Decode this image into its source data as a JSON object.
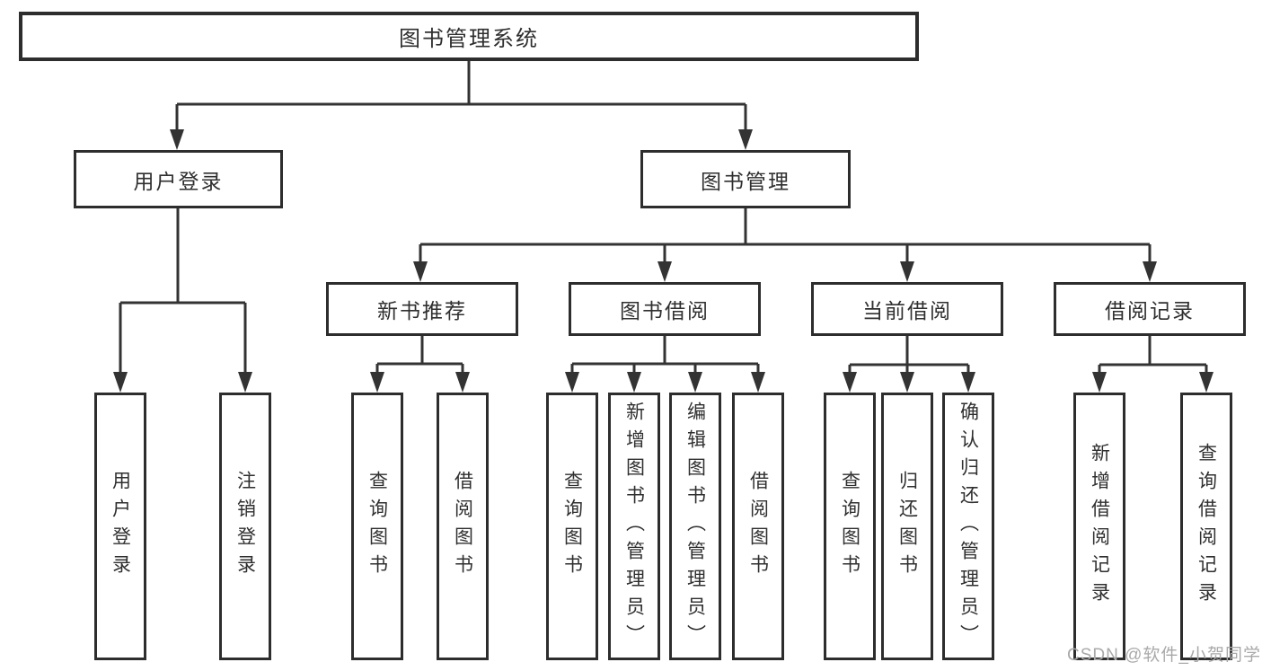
{
  "page": {
    "watermark": "CSDN @软件_小贺同学",
    "line_color": "#333333",
    "border_color": "#2d2d2d",
    "text_color": "#2f2f2f",
    "watermark_color": "#a9a9a9",
    "background": "#ffffff"
  },
  "tree": {
    "root": {
      "label": "图书管理系统"
    },
    "branches": [
      {
        "label": "用户登录",
        "leaves": [
          {
            "label": "用户登录"
          },
          {
            "label": "注销登录"
          }
        ]
      },
      {
        "label": "图书管理",
        "groups": [
          {
            "label": "新书推荐",
            "leaves": [
              {
                "label": "查询图书"
              },
              {
                "label": "借阅图书"
              }
            ]
          },
          {
            "label": "图书借阅",
            "leaves": [
              {
                "label": "查询图书"
              },
              {
                "label": "新增图书（管理员）"
              },
              {
                "label": "编辑图书（管理员）"
              },
              {
                "label": "借阅图书"
              }
            ]
          },
          {
            "label": "当前借阅",
            "leaves": [
              {
                "label": "查询图书"
              },
              {
                "label": "归还图书"
              },
              {
                "label": "确认归还（管理员）"
              }
            ]
          },
          {
            "label": "借阅记录",
            "leaves": [
              {
                "label": "新增借阅记录"
              },
              {
                "label": "查询借阅记录"
              }
            ]
          }
        ]
      }
    ]
  }
}
